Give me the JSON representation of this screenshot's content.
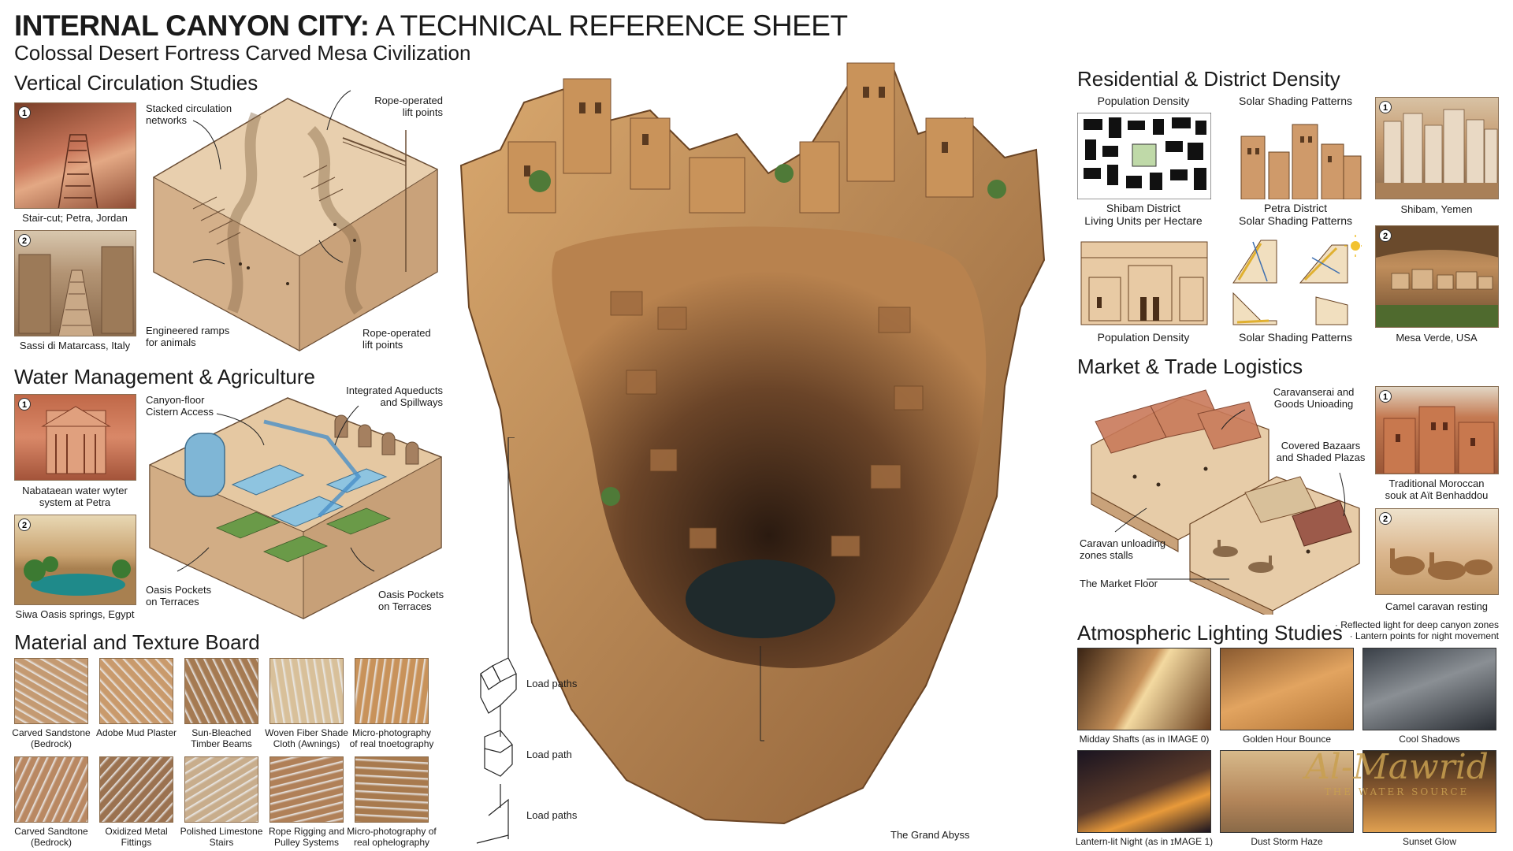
{
  "header": {
    "title_bold": "INTERNAL CANYON CITY:",
    "title_rest": " A TECHNICAL REFERENCE SHEET",
    "subtitle": "Colossal Desert Fortress Carved Mesa Civilization"
  },
  "vertical": {
    "title": "Vertical Circulation Studies",
    "photos": [
      {
        "badge": "1",
        "caption": "Stair-cut; Petra, Jordan"
      },
      {
        "badge": "2",
        "caption": "Sassi di Matarcass, Italy"
      }
    ],
    "labels": {
      "stacked_1": "Stacked circulation",
      "stacked_2": "networks",
      "rope_top_1": "Rope-operated",
      "rope_top_2": "lift points",
      "ramps_1": "Engineered ramps",
      "ramps_2": "for animals",
      "rope_bot_1": "Rope-operated",
      "rope_bot_2": "lift points"
    }
  },
  "water": {
    "title": "Water Management & Agriculture",
    "photos": [
      {
        "badge": "1",
        "caption_1": "Nabataean water wyter",
        "caption_2": "system at Petra"
      },
      {
        "badge": "2",
        "caption_1": "Siwa Oasis springs, Egypt"
      }
    ],
    "labels": {
      "cistern_1": "Canyon-floor",
      "cistern_2": "Cistern Access",
      "aqueduct_1": "Integrated Aqueducts",
      "aqueduct_2": "and Spillways",
      "oasis_l_1": "Oasis Pockets",
      "oasis_l_2": "on Terraces",
      "oasis_r_1": "Oasis Pockets",
      "oasis_r_2": "on Terraces"
    }
  },
  "material": {
    "title": "Material and Texture Board",
    "tiles": [
      {
        "c1": "Carved Sandstone",
        "c2": "(Bedrock)",
        "color": "#c49a72"
      },
      {
        "c1": "Adobe Mud Plaster",
        "c2": "",
        "color": "#c99a6c"
      },
      {
        "c1": "Sun-Bleached",
        "c2": "Timber Beams",
        "color": "#a57a52"
      },
      {
        "c1": "Woven Fiber Shade",
        "c2": "Cloth (Awnings)",
        "color": "#d8c09a"
      },
      {
        "c1": "Micro-photography",
        "c2": "of real tnoetography",
        "color": "#c8925a"
      },
      {
        "c1": "Carved Sandtone",
        "c2": "(Bedrock)",
        "color": "#b98862"
      },
      {
        "c1": "Oxidized Metal",
        "c2": "Fittings",
        "color": "#9b7250"
      },
      {
        "c1": "Polished Limestone",
        "c2": "Stairs",
        "color": "#c8ad8c"
      },
      {
        "c1": "Rope Rigging and",
        "c2": "Pulley Systems",
        "color": "#b08058"
      },
      {
        "c1": "Micro-photography of",
        "c2": "real ophelography",
        "color": "#a87a4e"
      }
    ]
  },
  "center": {
    "load_1": "Load paths",
    "load_2": "Load path",
    "load_3": "Load paths",
    "abyss": "The Grand Abyss"
  },
  "residential": {
    "title": "Residential & District Density",
    "top_headers": [
      "Population Density",
      "Solar Shading Patterns"
    ],
    "mid_left_1": "Shibam District",
    "mid_left_2": "Living Units per Hectare",
    "mid_right_1": "Petra District",
    "mid_right_2": "Solar Shading Patterns",
    "bottom_left": "Population Density",
    "bottom_right": "Solar Shading Patterns",
    "photos": [
      {
        "badge": "1",
        "caption": "Shibam, Yemen"
      },
      {
        "badge": "2",
        "caption": "Mesa Verde, USA"
      }
    ]
  },
  "market": {
    "title": "Market & Trade Logistics",
    "labels": {
      "caravanserai_1": "Caravanserai and",
      "caravanserai_2": "Goods Unioading",
      "bazaars_1": "Covered Bazaars",
      "bazaars_2": "and Shaded Plazas",
      "unloading_1": "Caravan unloading",
      "unloading_2": "zones stalls",
      "floor": "The Market Floor"
    },
    "photos": [
      {
        "badge": "1",
        "caption_1": "Traditional Moroccan",
        "caption_2": "souk at Aït Benhaddou"
      },
      {
        "badge": "2",
        "caption_1": "Camel caravan resting",
        "caption_2": ""
      }
    ]
  },
  "lighting": {
    "title": "Atmospheric Lighting Studies",
    "note_1": "· Reflected light for deep canyon zones",
    "note_2": "· Lantern points for night movement",
    "tiles": [
      {
        "caption": "Midday Shafts (as in IMAGE 0)"
      },
      {
        "caption": "Golden Hour Bounce"
      },
      {
        "caption": "Cool Shadows"
      },
      {
        "caption": "Lantern-lit Night (as in ɪMAGE 1)"
      },
      {
        "caption": "Dust Storm Haze"
      },
      {
        "caption": "Sunset Glow"
      }
    ],
    "logo_1": "Al-Mawrid",
    "logo_2": "THE WATER SOURCE"
  }
}
